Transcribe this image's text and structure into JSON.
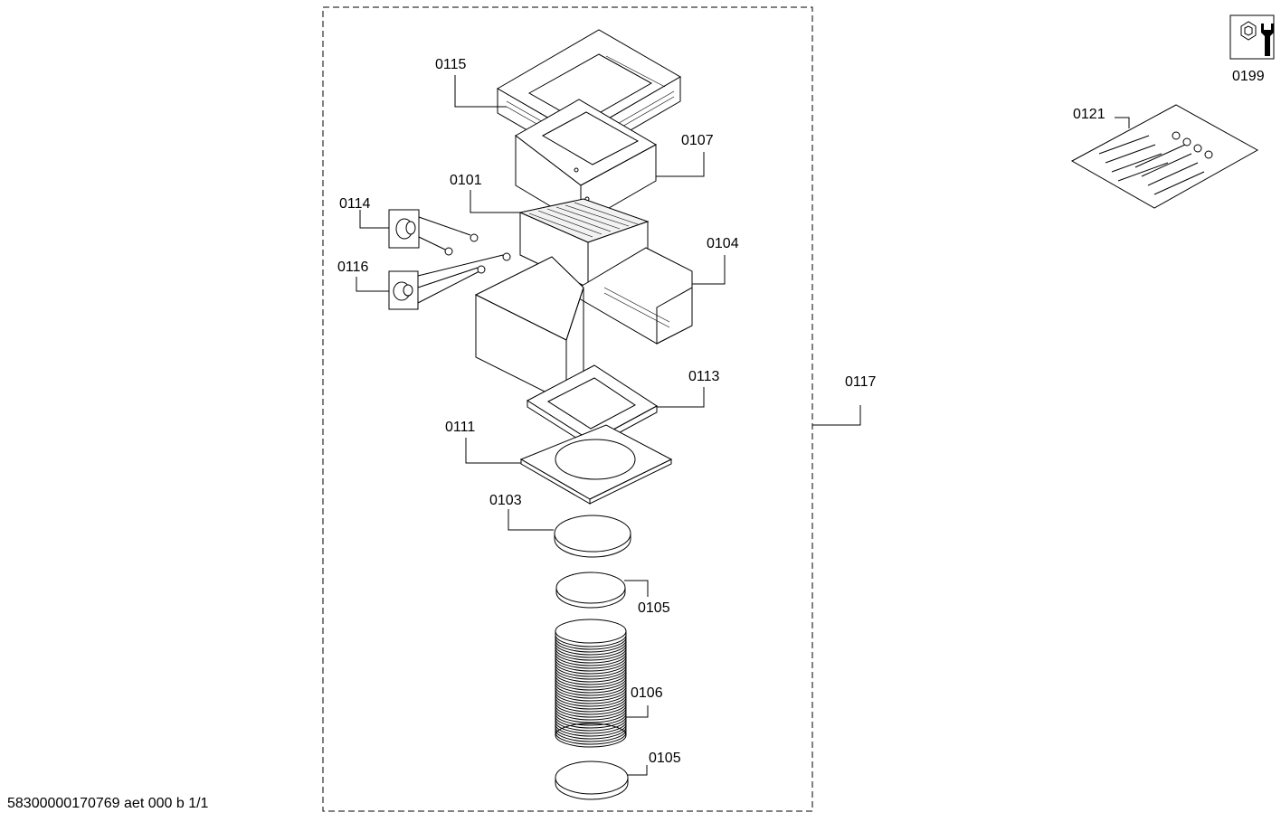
{
  "drawing": {
    "document_id": "58300000170769 aet 000 b 1/1",
    "tool_symbol": "wrench-nut-icon",
    "colors": {
      "line": "#000000",
      "background": "#ffffff"
    }
  },
  "callouts": {
    "c0115": "0115",
    "c0107": "0107",
    "c0101": "0101",
    "c0114": "0114",
    "c0116": "0116",
    "c0104": "0104",
    "c0113": "0113",
    "c0117": "0117",
    "c0111": "0111",
    "c0103": "0103",
    "c0105a": "0105",
    "c0106": "0106",
    "c0105b": "0105",
    "c0121": "0121",
    "c0199": "0199"
  }
}
